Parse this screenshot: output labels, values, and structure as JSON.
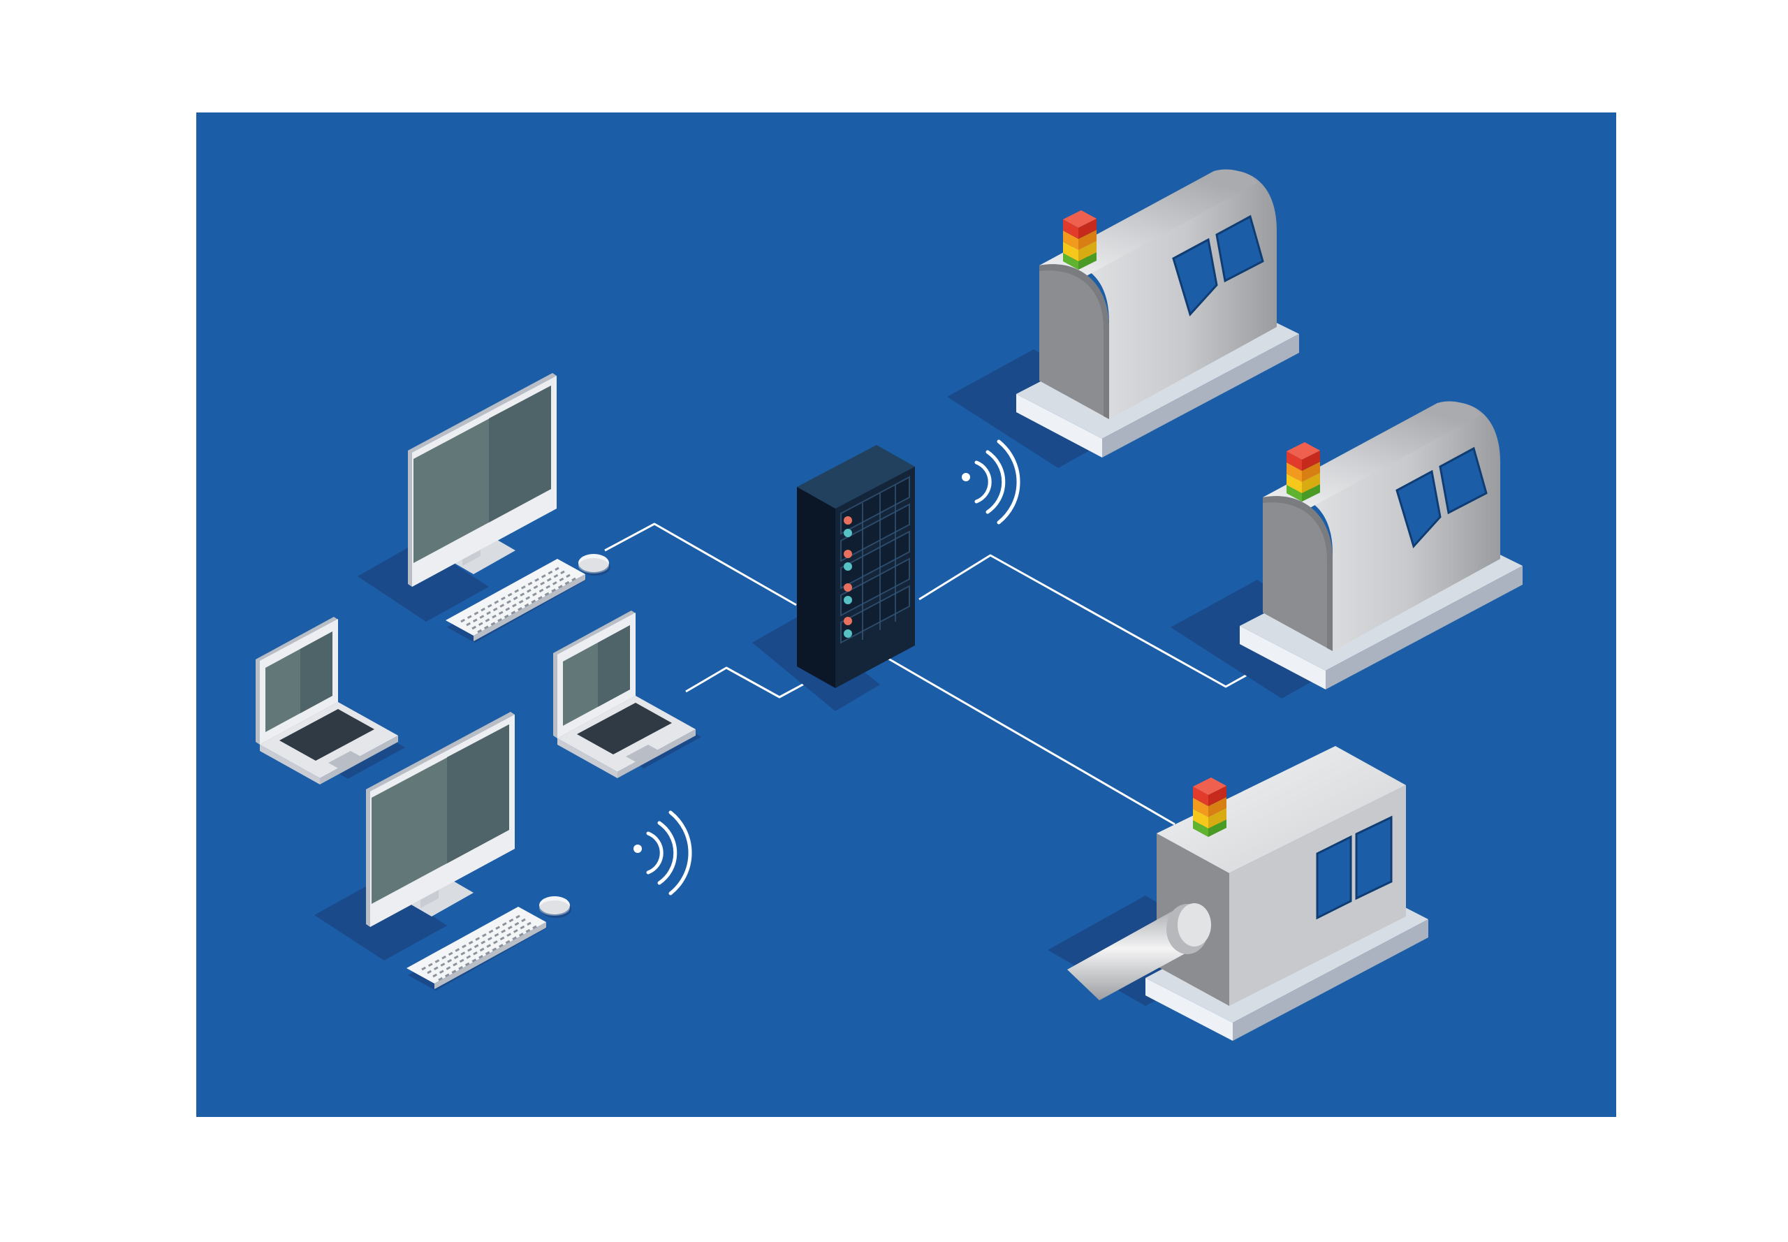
{
  "colors": {
    "page_background": "#ffffff",
    "panel_background": "#1b5ea7",
    "shadow": "#1a4a8a",
    "link_line": "#ffffff",
    "server_front": "#14253a",
    "server_side": "#0b1626",
    "server_top": "#22415f",
    "server_led_red": "#e9705e",
    "server_led_teal": "#56c2c6",
    "device_shell": "#e4e6ea",
    "device_shell_dark": "#b9bec6",
    "screen_light": "#617778",
    "screen_dark": "#4f6468",
    "machine_light": "#d6d8db",
    "machine_dark": "#8b8d90",
    "machine_base": "#d7dde4",
    "machine_window": "#1b5ea7",
    "signal_red": "#e33b2b",
    "signal_orange": "#f29a1e",
    "signal_yellow": "#f6c81c",
    "signal_green": "#5fb32e"
  },
  "icons": {
    "server": "server-rack-icon",
    "desktop": "desktop-computer-icon",
    "laptop": "laptop-icon",
    "keyboard": "keyboard-icon",
    "mouse": "mouse-icon",
    "wireless": "wireless-signal-icon",
    "machine": "industrial-machine-icon",
    "signal_tower": "signal-tower-light-icon"
  },
  "nodes": [
    {
      "id": "server",
      "kind": "server"
    },
    {
      "id": "desktop-top",
      "kind": "desktop"
    },
    {
      "id": "desktop-bottom",
      "kind": "desktop"
    },
    {
      "id": "laptop-left",
      "kind": "laptop"
    },
    {
      "id": "laptop-right",
      "kind": "laptop"
    },
    {
      "id": "machine-top",
      "kind": "machine"
    },
    {
      "id": "machine-middle",
      "kind": "machine"
    },
    {
      "id": "machine-bottom",
      "kind": "machine"
    }
  ],
  "links": [
    {
      "from": "desktop-top",
      "to": "server",
      "type": "wired"
    },
    {
      "from": "laptop-right",
      "to": "server",
      "type": "wired"
    },
    {
      "from": "server",
      "to": "machine-middle",
      "type": "wired"
    },
    {
      "from": "server",
      "to": "machine-bottom",
      "type": "wired"
    },
    {
      "from": "server",
      "to": "machine-top",
      "type": "wireless"
    },
    {
      "from": "desktop-bottom",
      "to": "server",
      "type": "wireless"
    }
  ]
}
